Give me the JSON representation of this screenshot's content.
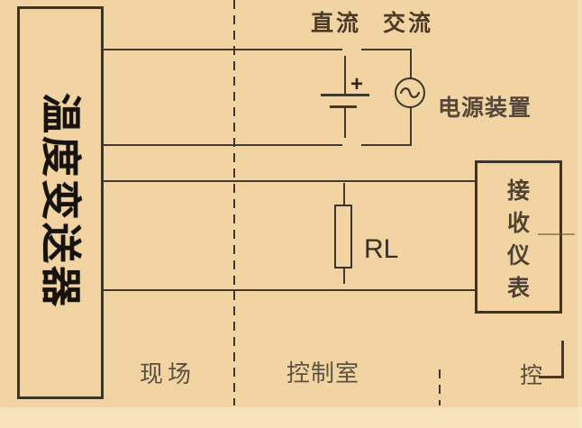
{
  "diagram": {
    "title_context": "temperature-transmitter-wiring-diagram",
    "transmitter_label": "温度变送器",
    "dc_label": "直流",
    "ac_label": "交流",
    "power_supply_label": "电源装置",
    "battery_plus": "+",
    "load_resistor_label": "RL",
    "receiver": {
      "chars": [
        "接",
        "收",
        "仪",
        "表"
      ]
    },
    "field_label": "现场",
    "control_room_label": "控制室",
    "partial_control_label": "控",
    "icons": {
      "ac_source": "sine-wave-icon"
    },
    "colors": {
      "background": "#f1d4a2",
      "bottom_strip": "#f7e3bb",
      "line": "#3e382e",
      "bold_text": "#16120d",
      "gray_text": "#54462f"
    }
  }
}
